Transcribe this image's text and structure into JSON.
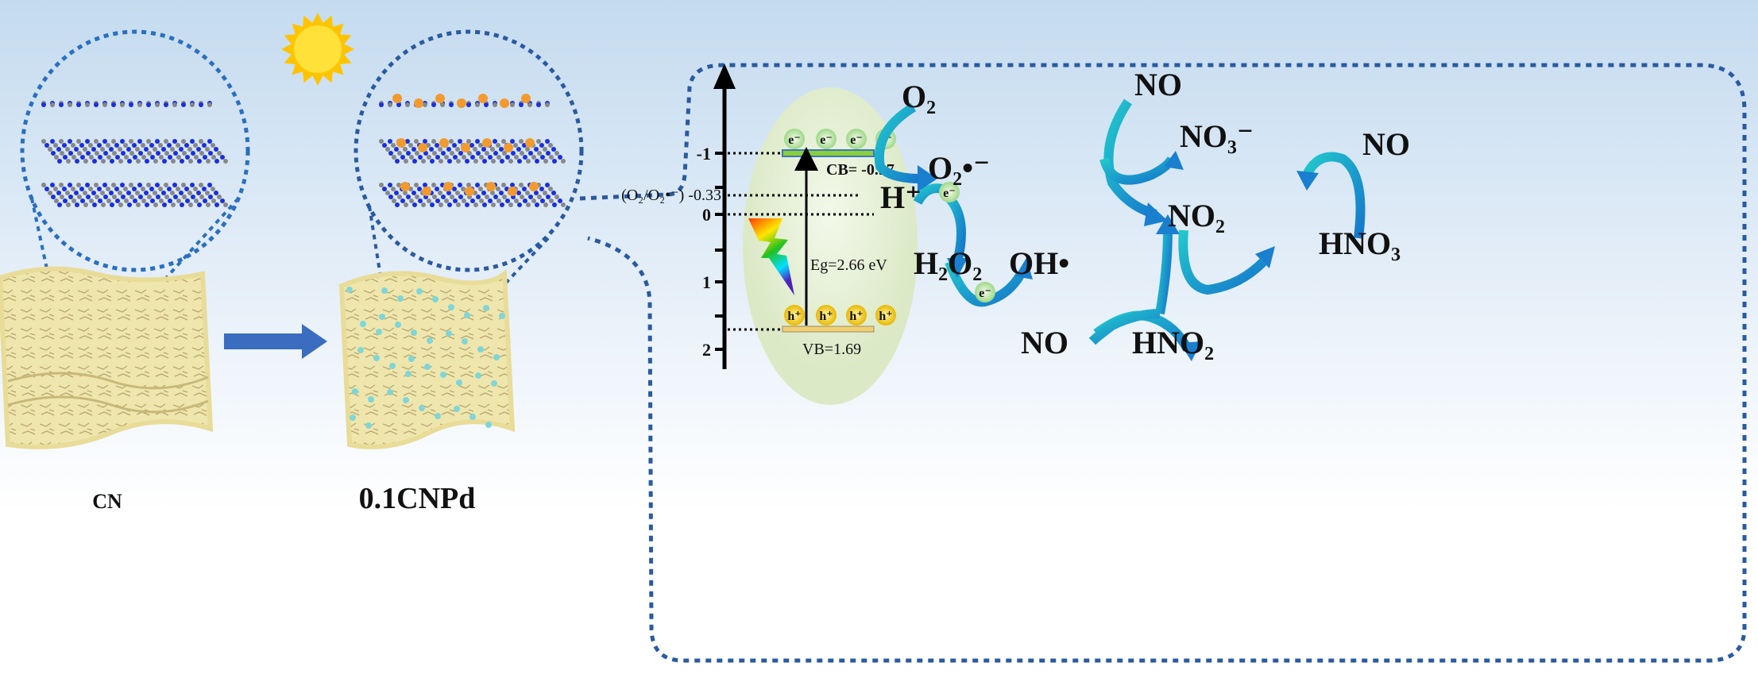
{
  "samples": {
    "left_label": "CN",
    "right_label": "0.1CNPd"
  },
  "energy_diagram": {
    "axis_ticks": [
      "-1",
      "0",
      "1",
      "2"
    ],
    "redox_label": "(O₂/O₂•⁻) -0.33",
    "cb_label": "CB= -0.97",
    "vb_label": "VB=1.69",
    "eg_label": "Eg=2.66 eV",
    "electron": "e⁻",
    "hole": "h⁺"
  },
  "species": {
    "o2": "O₂",
    "superoxide": "O₂•⁻",
    "h_plus": "H⁺",
    "h2o2": "H₂O₂",
    "oh_radical": "OH•",
    "no_top": "NO",
    "no3": "NO₃⁻",
    "no2": "NO₂",
    "no_right": "NO",
    "hno3": "HNO₃",
    "no_bottom": "NO",
    "hno2": "HNO₂"
  },
  "colors": {
    "sheet": "#f0e8b0",
    "arrow_cyan": "#22c4cc",
    "arrow_blue": "#1a7fcf",
    "dotted": "#2a5aa0",
    "sun": "#ffd000",
    "pd": "#f29a2e",
    "n": "#1a2fe0",
    "c": "#888888"
  }
}
